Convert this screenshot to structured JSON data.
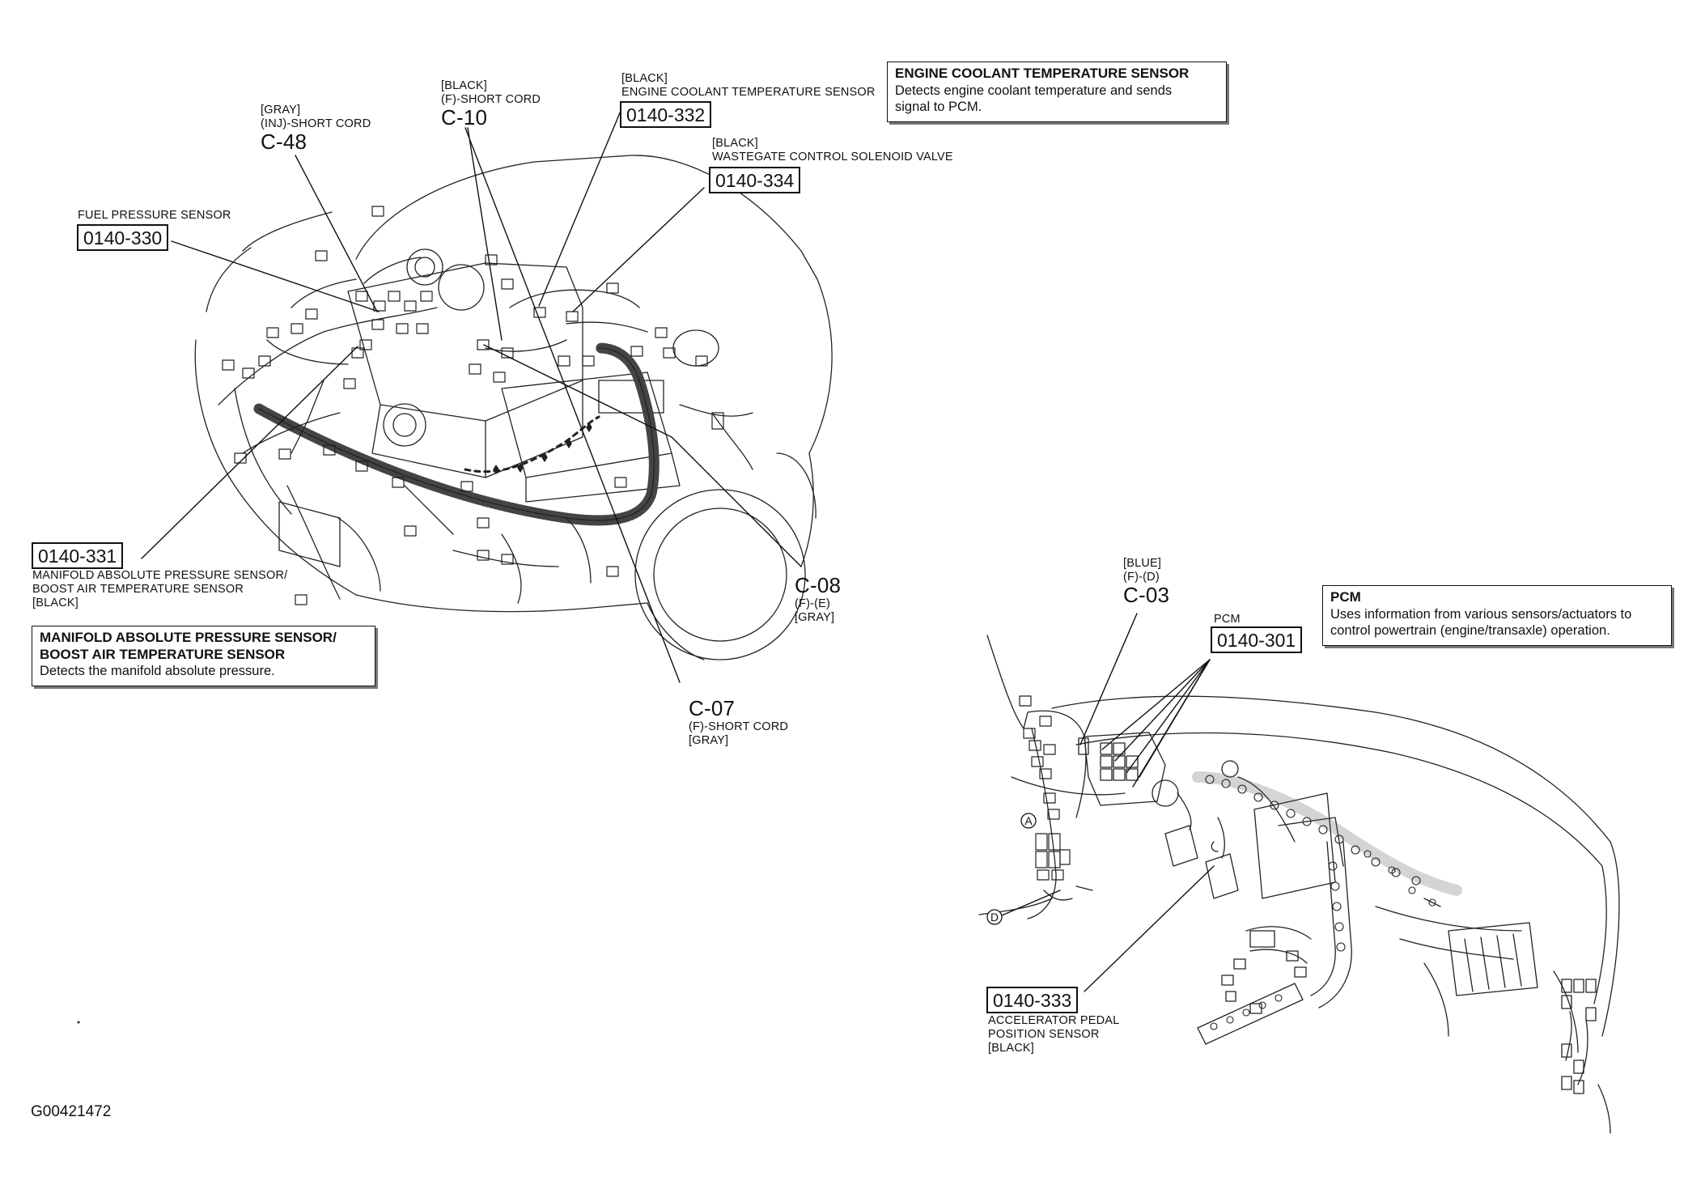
{
  "figure_id": "G00421472",
  "engine_callouts": [
    {
      "id": "c48",
      "color": "[GRAY]",
      "desc": "(INJ)-SHORT CORD",
      "code": "C-48"
    },
    {
      "id": "c10",
      "color": "[BLACK]",
      "desc": "(F)-SHORT CORD",
      "code": "C-10"
    },
    {
      "id": "c08",
      "code": "C-08",
      "desc": "(F)-(E)",
      "color": "[GRAY]"
    },
    {
      "id": "c07",
      "code": "C-07",
      "desc": "(F)-SHORT CORD",
      "color": "[GRAY]"
    }
  ],
  "cabin_callout": {
    "color": "[BLUE]",
    "desc": "(F)-(D)",
    "code": "C-03"
  },
  "components": {
    "ect": {
      "color": "[BLACK]",
      "name": "ENGINE COOLANT TEMPERATURE SENSOR",
      "code": "0140-332"
    },
    "wastegate": {
      "color": "[BLACK]",
      "name": "WASTEGATE CONTROL SOLENOID VALVE",
      "code": "0140-334"
    },
    "fuel_pressure": {
      "name": "FUEL PRESSURE SENSOR",
      "code": "0140-330"
    },
    "map": {
      "code": "0140-331",
      "name_line1": "MANIFOLD ABSOLUTE PRESSURE SENSOR/",
      "name_line2": "BOOST AIR TEMPERATURE SENSOR",
      "color": "[BLACK]"
    },
    "pcm": {
      "name": "PCM",
      "code": "0140-301"
    },
    "app": {
      "code": "0140-333",
      "name_line1": "ACCELERATOR PEDAL",
      "name_line2": "POSITION SENSOR",
      "color": "[BLACK]"
    }
  },
  "info_boxes": {
    "ect": {
      "title": "ENGINE COOLANT TEMPERATURE SENSOR",
      "line1": "Detects engine coolant temperature and sends",
      "line2": "signal to PCM."
    },
    "map": {
      "title_line1": "MANIFOLD ABSOLUTE PRESSURE SENSOR/",
      "title_line2": "BOOST AIR TEMPERATURE SENSOR",
      "line1": "Detects the manifold absolute pressure."
    },
    "pcm": {
      "title": "PCM",
      "line1": "Uses information from various sensors/actuators to",
      "line2": "control powertrain (engine/transaxle) operation."
    }
  },
  "markers": {
    "a": "A",
    "d": "D"
  }
}
